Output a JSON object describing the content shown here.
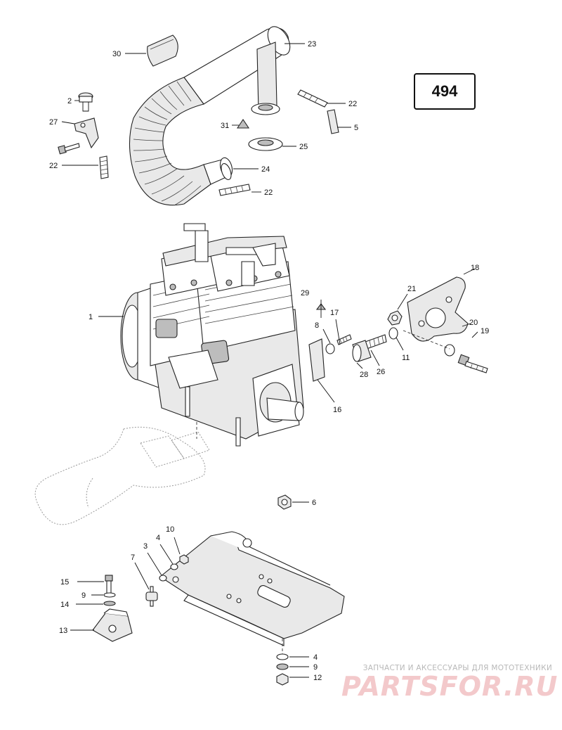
{
  "diagram": {
    "page_number": "494",
    "callouts": {
      "c1": "1",
      "c2": "2",
      "c3": "3",
      "c4a": "4",
      "c4b": "4",
      "c5": "5",
      "c6": "6",
      "c7": "7",
      "c8": "8",
      "c9a": "9",
      "c9b": "9",
      "c10": "10",
      "c11": "11",
      "c12": "12",
      "c13": "13",
      "c14": "14",
      "c15": "15",
      "c16": "16",
      "c17": "17",
      "c18": "18",
      "c19": "19",
      "c20": "20",
      "c21": "21",
      "c22a": "22",
      "c22b": "22",
      "c22c": "22",
      "c23": "23",
      "c24": "24",
      "c25": "25",
      "c26": "26",
      "c27": "27",
      "c28": "28",
      "c29": "29",
      "c30": "30",
      "c31": "31"
    }
  },
  "watermark": {
    "tagline": "ЗАПЧАСТИ И АКСЕССУАРЫ ДЛЯ МОТОТЕХНИКИ",
    "logo": "PARTSFOR.RU"
  }
}
